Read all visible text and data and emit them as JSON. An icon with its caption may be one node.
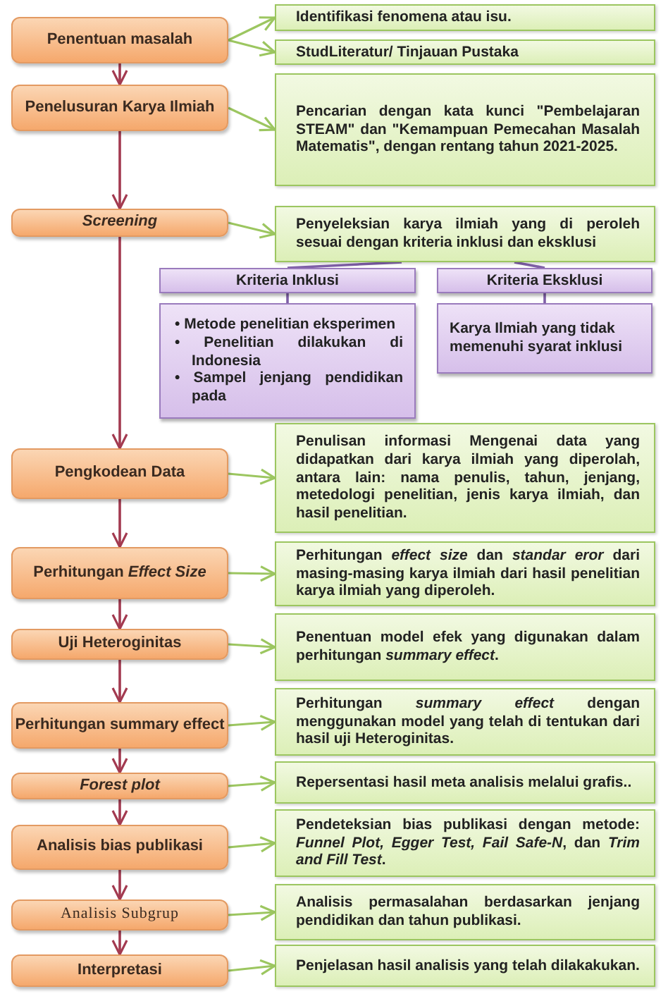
{
  "diagram": {
    "nodes": [
      {
        "text": [
          "Penentuan masalah"
        ]
      },
      {
        "text": [
          "Penelusuran Karya Ilmiah"
        ]
      },
      {
        "text": [
          "*Screening*"
        ]
      },
      {
        "text": [
          "Pengkodean Data"
        ]
      },
      {
        "text": [
          "Perhitungan *Effect Size*"
        ]
      },
      {
        "text": [
          "Uji Heteroginitas"
        ]
      },
      {
        "text": [
          "Perhitungan summary effect"
        ]
      },
      {
        "text": [
          "*Forest plot*"
        ]
      },
      {
        "text": [
          "Analisis bias publikasi"
        ]
      },
      {
        "text": [
          "Analisis Subgrup"
        ]
      },
      {
        "text": [
          "Interpretasi"
        ]
      },
      {
        "text": [
          "Identifikasi fenomena atau isu."
        ]
      },
      {
        "text": [
          "StudLiteratur/ Tinjauan Pustaka"
        ]
      },
      {
        "text": [
          "Pencarian dengan kata kunci \"Pembelajaran STEAM\" dan \"Kemampuan Pemecahan Masalah Matematis\", dengan rentang tahun 2021-2025."
        ]
      },
      {
        "text": [
          "Penyeleksian karya ilmiah yang di peroleh sesuai dengan kriteria inklusi dan eksklusi"
        ]
      },
      {
        "text": [
          "Kriteria Inklusi"
        ]
      },
      {
        "text": [
          "Kriteria Eksklusi"
        ]
      },
      {
        "text": [
          "• Metode penelitian eksperimen",
          "• Penelitian dilakukan di Indonesia",
          "• Sampel jenjang pendidikan pada"
        ]
      },
      {
        "text": [
          "Karya Ilmiah yang tidak memenuhi syarat inklusi"
        ]
      },
      {
        "text": [
          "Penulisan informasi Mengenai data yang didapatkan dari karya ilmiah yang diperolah, antara lain: nama penulis, tahun, jenjang, metedologi penelitian, jenis karya ilmiah, dan hasil penelitian."
        ]
      },
      {
        "text": [
          "Perhitungan *effect size* dan *standar eror* dari masing-masing karya ilmiah dari hasil penelitian karya ilmiah yang diperoleh."
        ]
      },
      {
        "text": [
          "Penentuan model efek yang digunakan dalam perhitungan *summary effect*."
        ]
      },
      {
        "text": [
          "Perhitungan *summary effect* dengan menggunakan model yang telah di tentukan dari hasil uji Heteroginitas."
        ]
      },
      {
        "text": [
          "Repersentasi hasil meta analisis melalui grafis.."
        ]
      },
      {
        "text": [
          "Pendeteksian bias publikasi dengan metode: *Funnel Plot, Egger Test, Fail Safe-N*, dan *Trim and Fill Test*."
        ]
      },
      {
        "text": [
          "Analisis permasalahan berdasarkan jenjang pendidikan dan tahun publikasi."
        ]
      },
      {
        "text": [
          "Penjelasan hasil analisis yang telah dilakakukan."
        ]
      }
    ],
    "edges": [
      {
        "from": 0,
        "to": 1,
        "arrow": "to",
        "color": "#a33a50"
      },
      {
        "from": 1,
        "to": 2,
        "arrow": "to",
        "color": "#a33a50"
      },
      {
        "from": 2,
        "to": 3,
        "arrow": "to",
        "color": "#a33a50"
      },
      {
        "from": 3,
        "to": 4,
        "arrow": "to",
        "color": "#a33a50"
      },
      {
        "from": 4,
        "to": 5,
        "arrow": "to",
        "color": "#a33a50"
      },
      {
        "from": 5,
        "to": 6,
        "arrow": "to",
        "color": "#a33a50"
      },
      {
        "from": 6,
        "to": 7,
        "arrow": "to",
        "color": "#a33a50"
      },
      {
        "from": 7,
        "to": 8,
        "arrow": "to",
        "color": "#a33a50"
      },
      {
        "from": 8,
        "to": 9,
        "arrow": "to",
        "color": "#a33a50"
      },
      {
        "from": 9,
        "to": 10,
        "arrow": "to",
        "color": "#a33a50"
      },
      {
        "from": 0,
        "to": 11,
        "arrow": "to"
      },
      {
        "from": 0,
        "to": 12,
        "arrow": "to"
      },
      {
        "from": 1,
        "to": 13,
        "arrow": "to"
      },
      {
        "from": 2,
        "to": 14,
        "arrow": "to"
      },
      {
        "from": 14,
        "to": 15,
        "arrow": "none",
        "color": "#7f5fa8"
      },
      {
        "from": 14,
        "to": 16,
        "arrow": "none",
        "color": "#7f5fa8"
      },
      {
        "from": 15,
        "to": 17,
        "arrow": "none",
        "color": "#7f5fa8"
      },
      {
        "from": 16,
        "to": 18,
        "arrow": "none",
        "color": "#7f5fa8"
      },
      {
        "from": 3,
        "to": 19,
        "arrow": "to"
      },
      {
        "from": 4,
        "to": 20,
        "arrow": "to"
      },
      {
        "from": 5,
        "to": 21,
        "arrow": "to"
      },
      {
        "from": 6,
        "to": 22,
        "arrow": "to"
      },
      {
        "from": 7,
        "to": 23,
        "arrow": "to"
      },
      {
        "from": 8,
        "to": 24,
        "arrow": "to"
      },
      {
        "from": 9,
        "to": 25,
        "arrow": "to"
      },
      {
        "from": 10,
        "to": 26,
        "arrow": "to"
      }
    ]
  }
}
